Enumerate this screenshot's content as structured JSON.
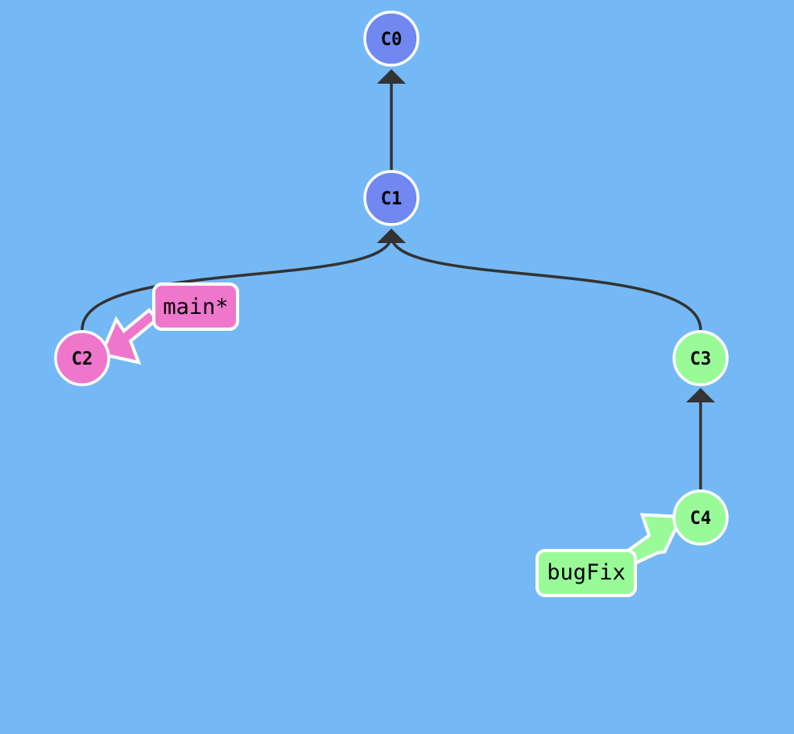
{
  "colors": {
    "background": "#74b9f5",
    "edge": "#333333",
    "node_border": "#ffffff",
    "text": "#000000"
  },
  "commits": [
    {
      "id": "C0",
      "label": "C0",
      "color": "#7088f0"
    },
    {
      "id": "C1",
      "label": "C1",
      "color": "#7088f0"
    },
    {
      "id": "C2",
      "label": "C2",
      "color": "#ee77cc"
    },
    {
      "id": "C3",
      "label": "C3",
      "color": "#98fb98"
    },
    {
      "id": "C4",
      "label": "C4",
      "color": "#98fb98"
    }
  ],
  "edges": [
    {
      "from": "C1",
      "to": "C0"
    },
    {
      "from": "C2",
      "to": "C1"
    },
    {
      "from": "C3",
      "to": "C1"
    },
    {
      "from": "C4",
      "to": "C3"
    }
  ],
  "branches": [
    {
      "name": "main*",
      "target": "C2",
      "color": "#ee77cc",
      "current": true
    },
    {
      "name": "bugFix",
      "target": "C4",
      "color": "#98fb98",
      "current": false
    }
  ]
}
